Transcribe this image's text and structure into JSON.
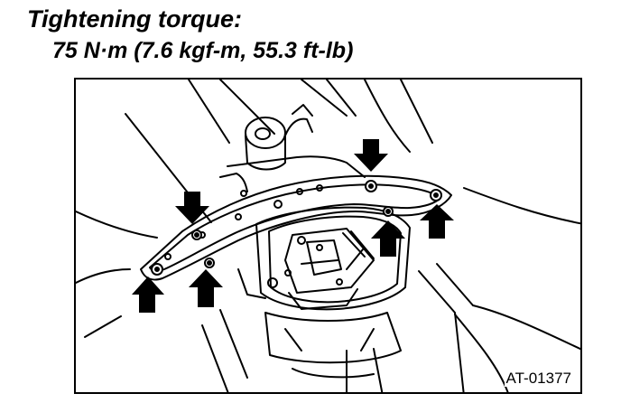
{
  "heading": {
    "title": "Tightening torque:",
    "spec": "75 N·m (7.6 kgf-m, 55.3 ft-lb)"
  },
  "figure": {
    "code": "AT-01377",
    "arrow_icon": "bold-arrow-icon",
    "bolt_icon": "bolt-head-icon",
    "arrow_count": 6,
    "arrow_directions": [
      "down",
      "down",
      "up",
      "up",
      "up",
      "up"
    ],
    "bolt_count": 6
  }
}
